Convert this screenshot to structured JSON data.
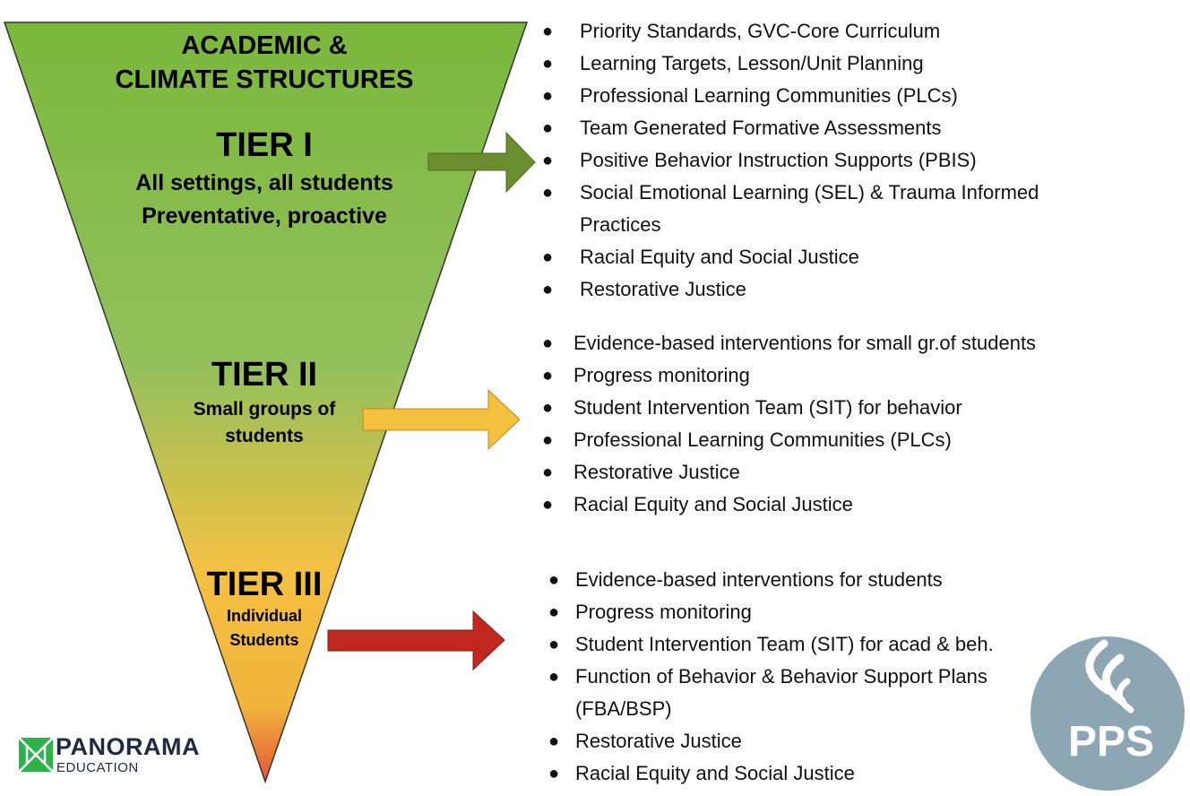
{
  "heading": [
    "ACADEMIC &",
    "CLIMATE STRUCTURES"
  ],
  "tiers": [
    {
      "title": "TIER I",
      "subtitle": [
        "All settings, all students",
        "Preventative, proactive"
      ],
      "arrow_color": "#6a8e2f",
      "items": [
        "Priority Standards, GVC-Core Curriculum",
        "Learning Targets, Lesson/Unit Planning",
        "Professional Learning Communities (PLCs)",
        "Team Generated Formative Assessments",
        "Positive Behavior Instruction Supports (PBIS)",
        "Social Emotional Learning (SEL) & Trauma Informed Practices",
        "Racial Equity and Social Justice",
        "Restorative Justice"
      ]
    },
    {
      "title": "TIER II",
      "subtitle": [
        "Small groups of",
        "students"
      ],
      "arrow_color": "#f4c13f",
      "items": [
        "Evidence-based interventions for small gr.of students",
        "Progress monitoring",
        "Student Intervention Team (SIT) for behavior",
        "Professional Learning Communities (PLCs)",
        "Restorative Justice",
        "Racial Equity and Social Justice"
      ]
    },
    {
      "title": "TIER III",
      "subtitle": [
        "Individual",
        "Students"
      ],
      "arrow_color": "#c0271e",
      "items": [
        "Evidence-based interventions for students",
        "Progress monitoring",
        "Student Intervention Team (SIT) for acad & beh.",
        "Function of Behavior & Behavior Support Plans (FBA/BSP)",
        "Restorative Justice",
        "Racial Equity and Social Justice"
      ]
    }
  ],
  "logos": {
    "panorama": {
      "name": "PANORAMA",
      "sub": "EDUCATION",
      "icon": "panorama-logo-icon",
      "color": "#2db34a"
    },
    "pps": {
      "text": "PPS",
      "icon": "flame-icon",
      "color": "#8da6b3"
    }
  },
  "colors": {
    "funnel_top": "#7ab83c",
    "funnel_mid": "#f4c142",
    "funnel_bottom": "#e3563a"
  }
}
